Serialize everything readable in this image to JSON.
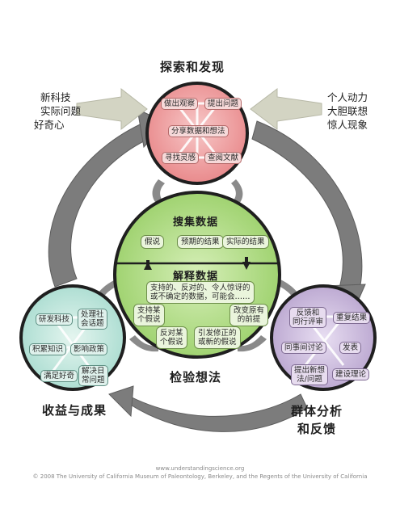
{
  "titles": {
    "explore": "探索和发现",
    "test": "检验想法",
    "benefits": "收益与成果",
    "community": "群体分析\n和反馈"
  },
  "explore_inputs_left": [
    "新科技",
    "实际问题",
    "好奇心"
  ],
  "explore_inputs_right": [
    "个人动力",
    "大胆联想",
    "惊人现象"
  ],
  "explore": {
    "make_observations": "做出观察",
    "ask_questions": "提出问题",
    "share_data": "分享数据和想法",
    "find_inspiration": "寻找灵感",
    "explore_literature": "查阅文献"
  },
  "test": {
    "gather_data": "搜集数据",
    "hypotheses": "假说",
    "expected_results": "预期的结果",
    "actual_results": "实际的结果",
    "interpret_data": "解释数据",
    "data_description": "支持的、反对的、令人惊讶的\n或不确定的数据，可能会……",
    "support": "支持某\n个假说",
    "oppose": "反对某\n个假说",
    "inspire": "引发修正的\n或新的假说",
    "revise": "改变原有\n的前提"
  },
  "benefits": {
    "develop_technology": "研发科技",
    "address_issues": "处理社\n会话题",
    "build_knowledge": "积累知识",
    "inform_policy": "影响政策",
    "satisfy_curiosity": "满足好奇",
    "solve_problems": "解决日\n常问题"
  },
  "community": {
    "feedback": "反馈和\n同行评审",
    "replication": "重复结果",
    "discussion": "同事间讨论",
    "publication": "发表",
    "new_questions": "提出新想\n法/问题",
    "theory_building": "建设理论"
  },
  "footer": {
    "url": "www.understandingscience.org",
    "copyright": "© 2008 The University of California Museum of Paleontology, Berkeley, and the Regents of the University of California"
  },
  "colors": {
    "explore": "#e98a8c",
    "test": "#9bd06a",
    "benefits": "#a9dcd0",
    "community": "#b9a5cf",
    "arrow": "#7c7c7c",
    "input_arrow": "#c9cbb9"
  }
}
